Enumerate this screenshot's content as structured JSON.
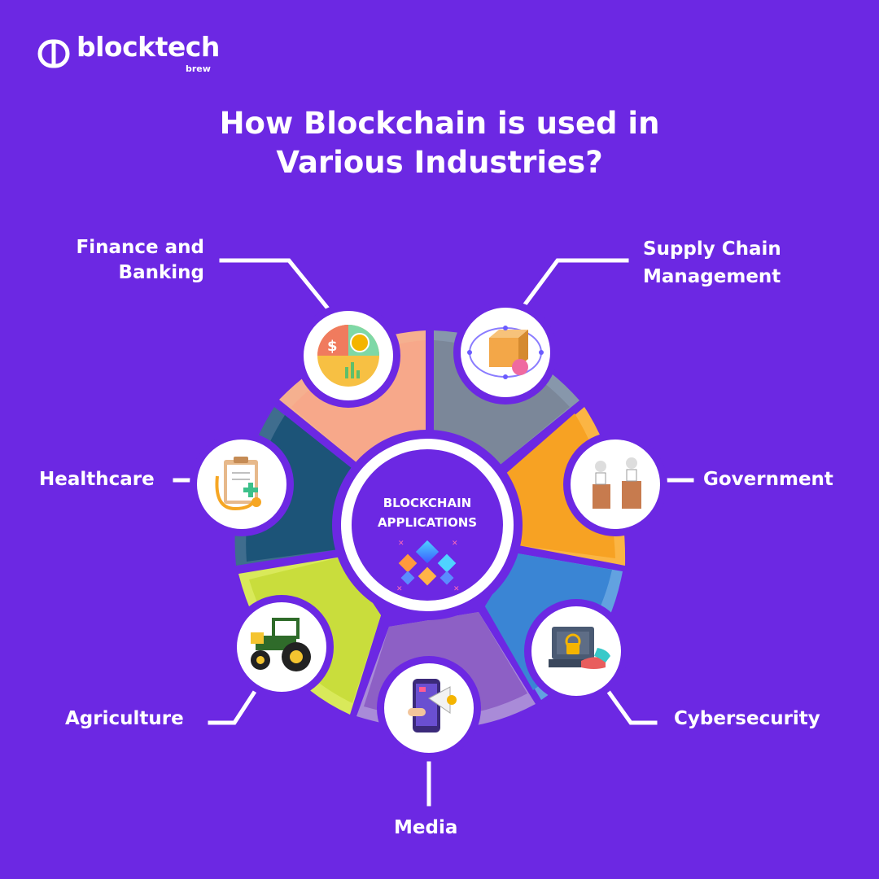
{
  "brand": {
    "name": "blocktech",
    "sub": "brew"
  },
  "title": {
    "line1": "How Blockchain is used in",
    "line2": "Various Industries?"
  },
  "center": {
    "line1": "BLOCKCHAIN",
    "line2": "APPLICATIONS"
  },
  "industries": {
    "finance": {
      "line1": "Finance and",
      "line2": "Banking",
      "icon": "finance-chart-icon",
      "color": "#f7a98a"
    },
    "supply": {
      "line1": "Supply Chain",
      "line2": "Management",
      "icon": "package-chain-icon",
      "color": "#7e8a9e"
    },
    "government": {
      "label": "Government",
      "icon": "podium-officials-icon",
      "color": "#f7a325"
    },
    "cyber": {
      "label": "Cybersecurity",
      "icon": "laptop-lock-icon",
      "color": "#3a87d6"
    },
    "media": {
      "label": "Media",
      "icon": "phone-megaphone-icon",
      "color": "#8e5cc6"
    },
    "agriculture": {
      "label": "Agriculture",
      "icon": "tractor-icon",
      "color": "#c7dc3a"
    },
    "healthcare": {
      "label": "Healthcare",
      "icon": "clipboard-stethoscope-icon",
      "color": "#1c5478"
    }
  }
}
